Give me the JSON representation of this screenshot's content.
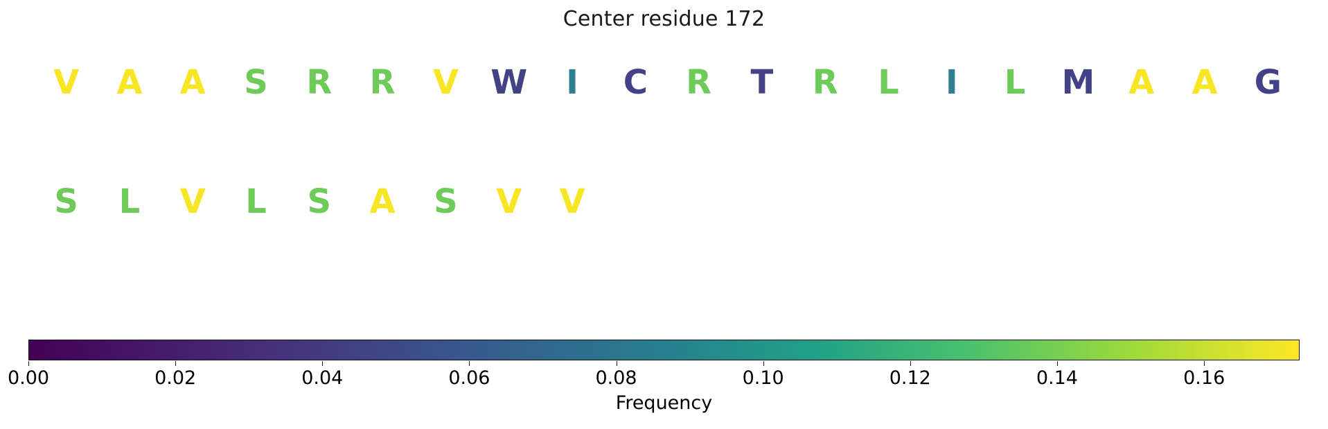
{
  "title": "Center residue 172",
  "chart_data": {
    "type": "heatmap",
    "title": "Center residue 172",
    "xlabel": "",
    "ylabel": "",
    "colorbar_label": "Frequency",
    "colormap": "viridis",
    "vmin": 0.0,
    "vmax": 0.173,
    "grid": false,
    "legend_position": "bottom",
    "colorbar_ticks": [
      {
        "value": "0.00",
        "pos": 0.0
      },
      {
        "value": "0.02",
        "pos": 0.1156
      },
      {
        "value": "0.04",
        "pos": 0.2312
      },
      {
        "value": "0.06",
        "pos": 0.3468
      },
      {
        "value": "0.08",
        "pos": 0.4624
      },
      {
        "value": "0.10",
        "pos": 0.578
      },
      {
        "value": "0.12",
        "pos": 0.6936
      },
      {
        "value": "0.14",
        "pos": 0.8092
      },
      {
        "value": "0.16",
        "pos": 0.9249
      }
    ],
    "colorbar_stops": [
      {
        "pos": 0.0,
        "color": "#440154"
      },
      {
        "pos": 0.2,
        "color": "#46327e"
      },
      {
        "pos": 0.36,
        "color": "#365c8d"
      },
      {
        "pos": 0.5,
        "color": "#277f8e"
      },
      {
        "pos": 0.62,
        "color": "#1fa187"
      },
      {
        "pos": 0.74,
        "color": "#4ac16d"
      },
      {
        "pos": 0.87,
        "color": "#9fda3a"
      },
      {
        "pos": 1.0,
        "color": "#fde725"
      }
    ],
    "rows": [
      {
        "residues": [
          {
            "letter": "V",
            "color": "#f7e625",
            "frequency": 0.168
          },
          {
            "letter": "A",
            "color": "#f7e625",
            "frequency": 0.168
          },
          {
            "letter": "A",
            "color": "#f7e625",
            "frequency": 0.167
          },
          {
            "letter": "S",
            "color": "#6ecb59",
            "frequency": 0.127
          },
          {
            "letter": "R",
            "color": "#6ecb59",
            "frequency": 0.127
          },
          {
            "letter": "R",
            "color": "#6ecb59",
            "frequency": 0.126
          },
          {
            "letter": "V",
            "color": "#f7e625",
            "frequency": 0.168
          },
          {
            "letter": "W",
            "color": "#444287",
            "frequency": 0.032
          },
          {
            "letter": "I",
            "color": "#2f7f92",
            "frequency": 0.066
          },
          {
            "letter": "C",
            "color": "#444287",
            "frequency": 0.033
          },
          {
            "letter": "R",
            "color": "#6ecb59",
            "frequency": 0.127
          },
          {
            "letter": "T",
            "color": "#444287",
            "frequency": 0.034
          },
          {
            "letter": "R",
            "color": "#6ecb59",
            "frequency": 0.127
          },
          {
            "letter": "L",
            "color": "#6ecb59",
            "frequency": 0.126
          },
          {
            "letter": "I",
            "color": "#2f7f92",
            "frequency": 0.066
          },
          {
            "letter": "L",
            "color": "#6ecb59",
            "frequency": 0.126
          },
          {
            "letter": "M",
            "color": "#444287",
            "frequency": 0.033
          },
          {
            "letter": "A",
            "color": "#f7e625",
            "frequency": 0.167
          },
          {
            "letter": "A",
            "color": "#f7e625",
            "frequency": 0.167
          },
          {
            "letter": "G",
            "color": "#444287",
            "frequency": 0.034
          }
        ]
      },
      {
        "residues": [
          {
            "letter": "S",
            "color": "#6ecb59",
            "frequency": 0.127
          },
          {
            "letter": "L",
            "color": "#6ecb59",
            "frequency": 0.126
          },
          {
            "letter": "V",
            "color": "#f7e625",
            "frequency": 0.168
          },
          {
            "letter": "L",
            "color": "#6ecb59",
            "frequency": 0.126
          },
          {
            "letter": "S",
            "color": "#6ecb59",
            "frequency": 0.127
          },
          {
            "letter": "A",
            "color": "#f7e625",
            "frequency": 0.167
          },
          {
            "letter": "S",
            "color": "#6ecb59",
            "frequency": 0.127
          },
          {
            "letter": "V",
            "color": "#f7e625",
            "frequency": 0.168
          },
          {
            "letter": "V",
            "color": "#f7e625",
            "frequency": 0.168
          }
        ]
      }
    ]
  }
}
